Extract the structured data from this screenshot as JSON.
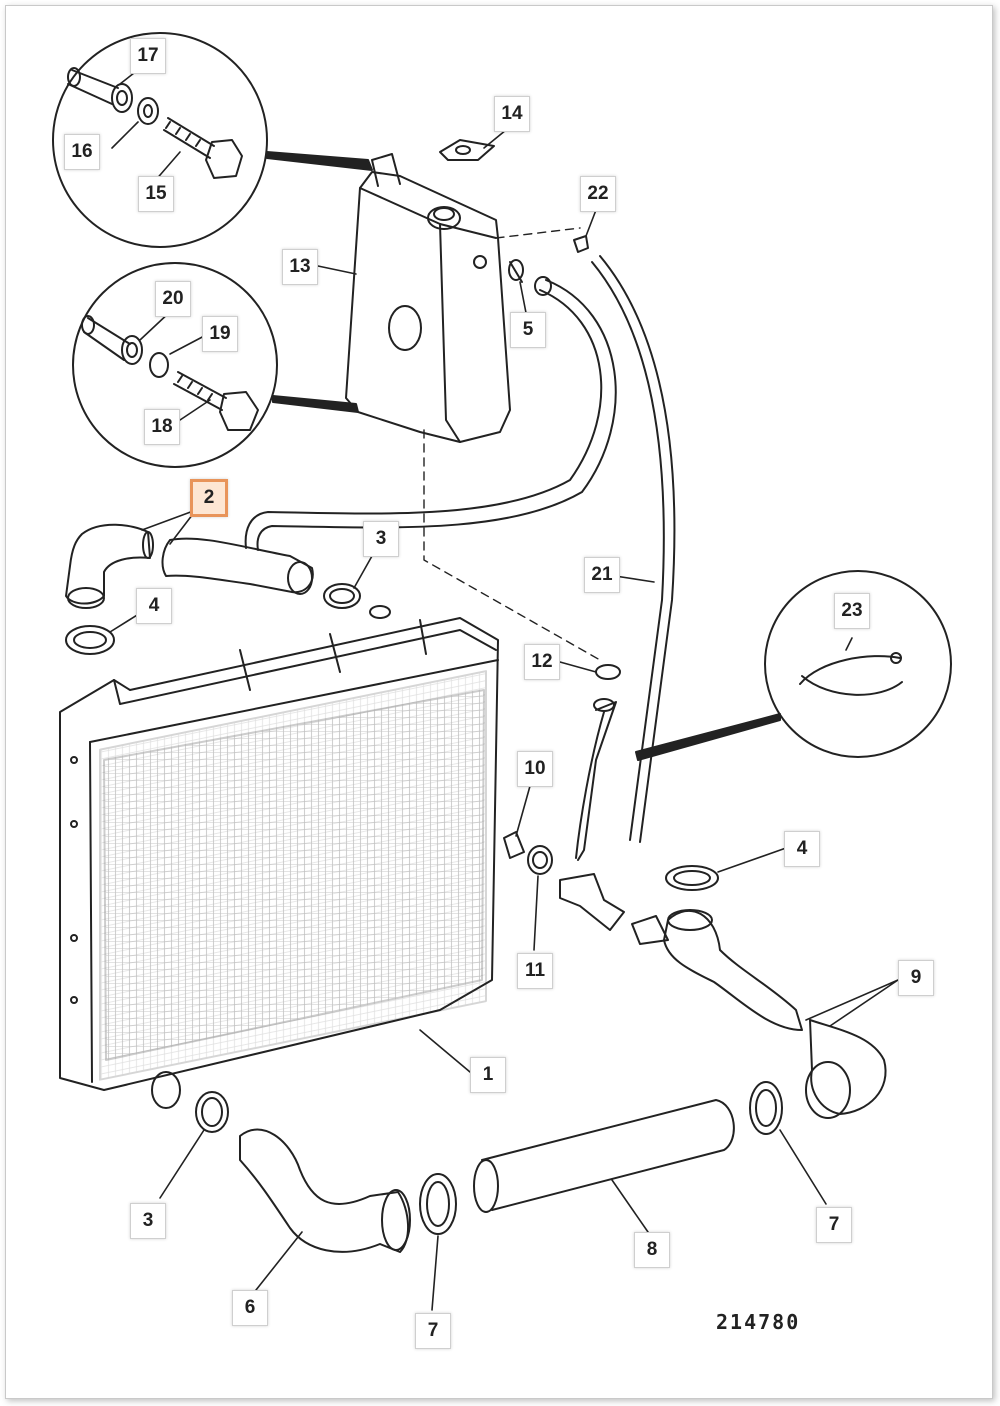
{
  "labels": {
    "l1": "1",
    "l2": "2",
    "l3a": "3",
    "l3b": "3",
    "l4a": "4",
    "l4b": "4",
    "l5": "5",
    "l6": "6",
    "l7a": "7",
    "l7b": "7",
    "l8": "8",
    "l9": "9",
    "l10": "10",
    "l11": "11",
    "l12": "12",
    "l13": "13",
    "l14": "14",
    "l15": "15",
    "l16": "16",
    "l17": "17",
    "l18": "18",
    "l19": "19",
    "l20": "20",
    "l21": "21",
    "l22": "22",
    "l23": "23"
  },
  "highlighted_part": "2",
  "catalog_number": "214780",
  "colors": {
    "highlight_fill": "#fde6d3",
    "highlight_border": "#e8945a",
    "line": "#222222"
  }
}
